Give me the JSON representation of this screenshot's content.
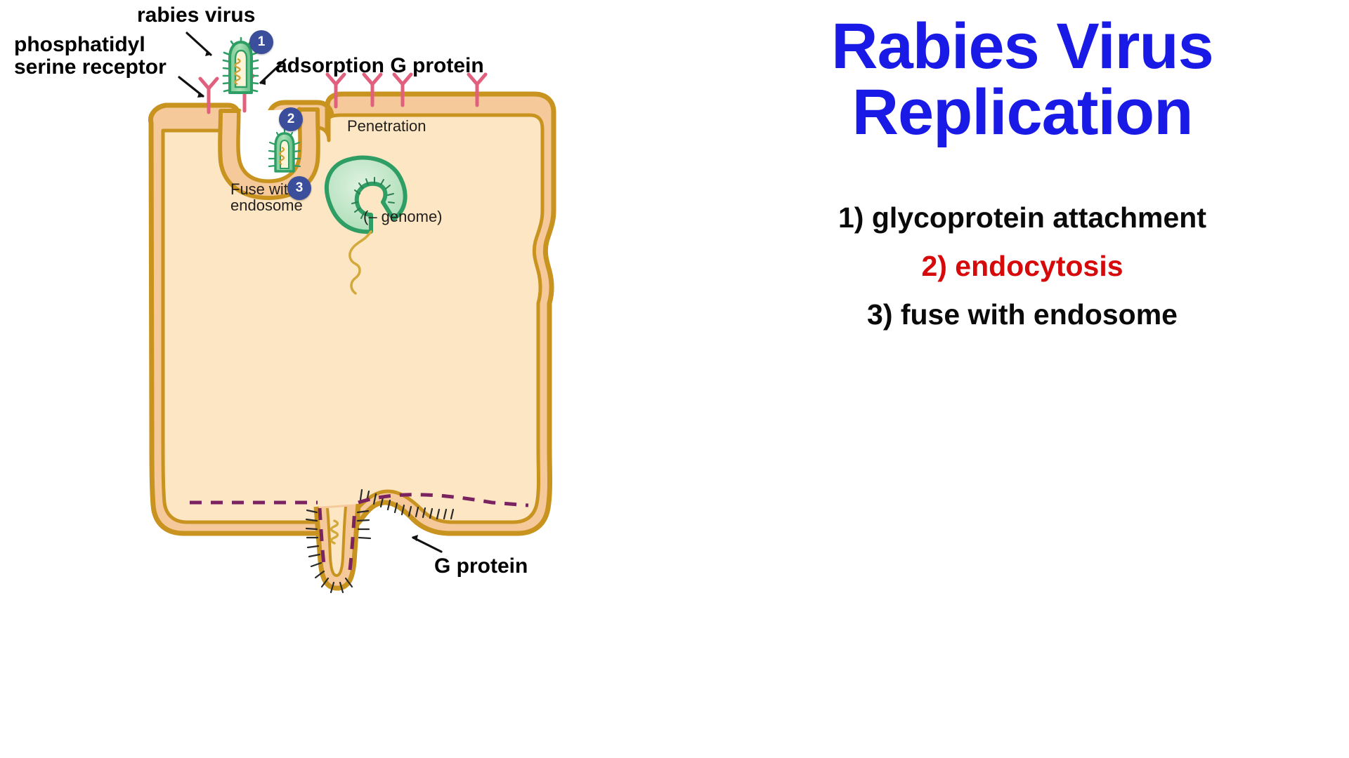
{
  "page": {
    "background_color": "#ffffff"
  },
  "text_panel": {
    "title": {
      "color": "#1a1ae6",
      "line1": "Rabies Virus",
      "line2": "Replication"
    },
    "steps": [
      {
        "label": "1) glycoprotein attachment",
        "color": "#0a0a0a",
        "highlight": false
      },
      {
        "label": "2) endocytosis",
        "color": "#d60a0a",
        "highlight": true
      },
      {
        "label": "3) fuse with endosome",
        "color": "#0a0a0a",
        "highlight": false
      }
    ]
  },
  "diagram": {
    "labels": {
      "rabies_virus": "rabies virus",
      "ps_receptor": "phosphatidyl\nserine receptor",
      "adsorption": "adsorption G protein",
      "penetration": "Penetration",
      "fuse_with_endosome": "Fuse with\nendosome",
      "genome": "(– genome)",
      "g_protein": "G protein"
    },
    "step_badges": [
      {
        "number": "1"
      },
      {
        "number": "2"
      },
      {
        "number": "3"
      }
    ],
    "colors": {
      "membrane_stroke": "#c8931f",
      "membrane_fill": "#f6c99b",
      "cytoplasm": "#fce6c4",
      "receptor": "#e0607e",
      "virus_outline": "#2e9e64",
      "virus_fill": "#8fd3a5",
      "endosome_outline": "#2e9e64",
      "endosome_fill": "#bfe6c8",
      "genome_strand": "#d4a93c",
      "m_protein_dash": "#7a2360",
      "badge_fill": "#3b4e9b",
      "badge_text": "#ffffff"
    }
  }
}
